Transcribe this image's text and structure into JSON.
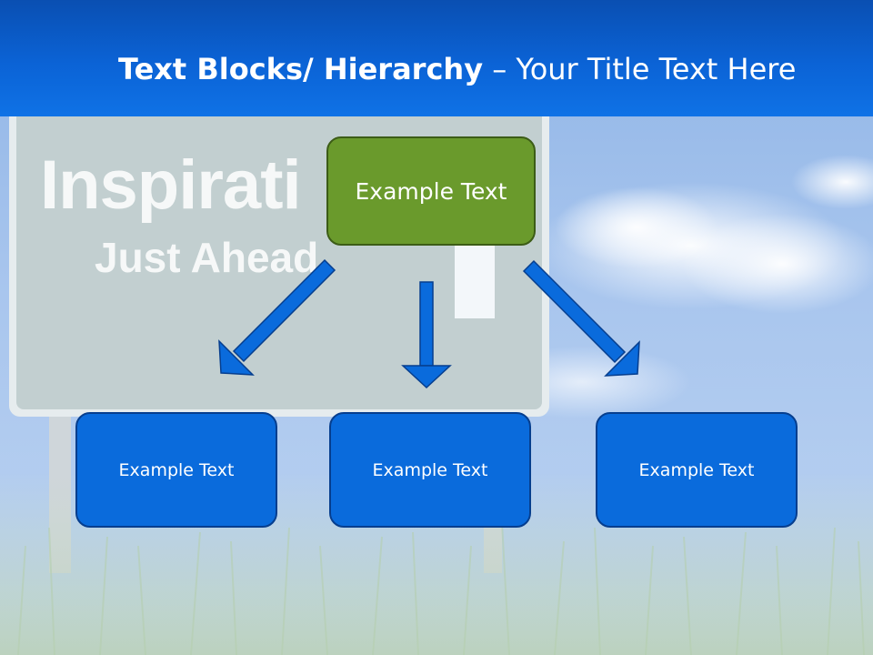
{
  "slide": {
    "title_bold": "Text Blocks/ Hierarchy",
    "title_dash": " – ",
    "title_rest": "Your Title Text Here"
  },
  "background": {
    "sign_line1": "Inspirati",
    "sign_line2": "Just Ahead"
  },
  "diagram": {
    "parent": {
      "label": "Example Text",
      "color": "#6a9a2c"
    },
    "children": [
      {
        "label": "Example Text",
        "color": "#0a6bdc"
      },
      {
        "label": "Example Text",
        "color": "#0a6bdc"
      },
      {
        "label": "Example Text",
        "color": "#0a6bdc"
      }
    ],
    "arrow_color": "#0a6bdc"
  }
}
